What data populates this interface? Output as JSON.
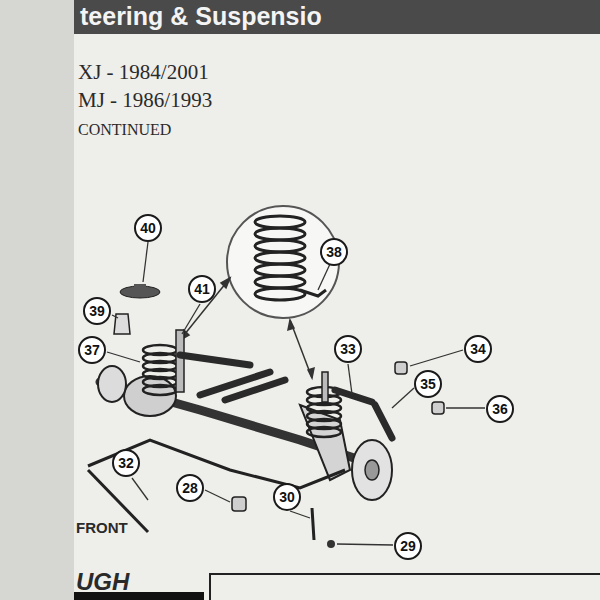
{
  "diagram": {
    "title": "teering & Suspensio",
    "nodes": [
      {
        "text": [
          "40"
        ]
      },
      {
        "text": [
          "41"
        ]
      },
      {
        "text": [
          "38"
        ]
      },
      {
        "text": [
          "39"
        ]
      },
      {
        "text": [
          "37"
        ]
      },
      {
        "text": [
          "33"
        ]
      },
      {
        "text": [
          "34"
        ]
      },
      {
        "text": [
          "35"
        ]
      },
      {
        "text": [
          "36"
        ]
      },
      {
        "text": [
          "32"
        ]
      },
      {
        "text": [
          "28"
        ]
      },
      {
        "text": [
          "30"
        ]
      },
      {
        "text": [
          "29"
        ]
      }
    ],
    "labels": [
      "XJ - 1984/2001",
      "MJ - 1986/1993",
      "CONTINUED",
      "FRONT",
      "UGH"
    ]
  }
}
